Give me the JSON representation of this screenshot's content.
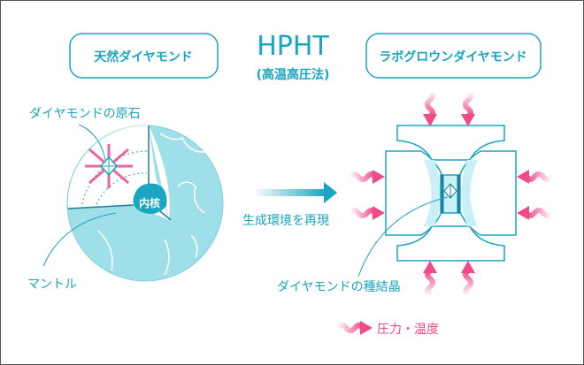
{
  "title": "HPHT",
  "subtitle": "(高温高圧法)",
  "left_box_label": "天然ダイヤモンド",
  "right_box_label": "ラボグロウンダイヤモンド",
  "rough_diamond_label": "ダイヤモンドの原石",
  "inner_core_label": "内核",
  "mantle_label": "マントル",
  "reproduce_label": "生成環境を再現",
  "seed_crystal_label": "ダイヤモンドの種結晶",
  "legend_label": "圧力・温度",
  "colors": {
    "teal": "#1aa5c0",
    "light_teal": "#9fdfea",
    "pink": "#f04a8a"
  }
}
